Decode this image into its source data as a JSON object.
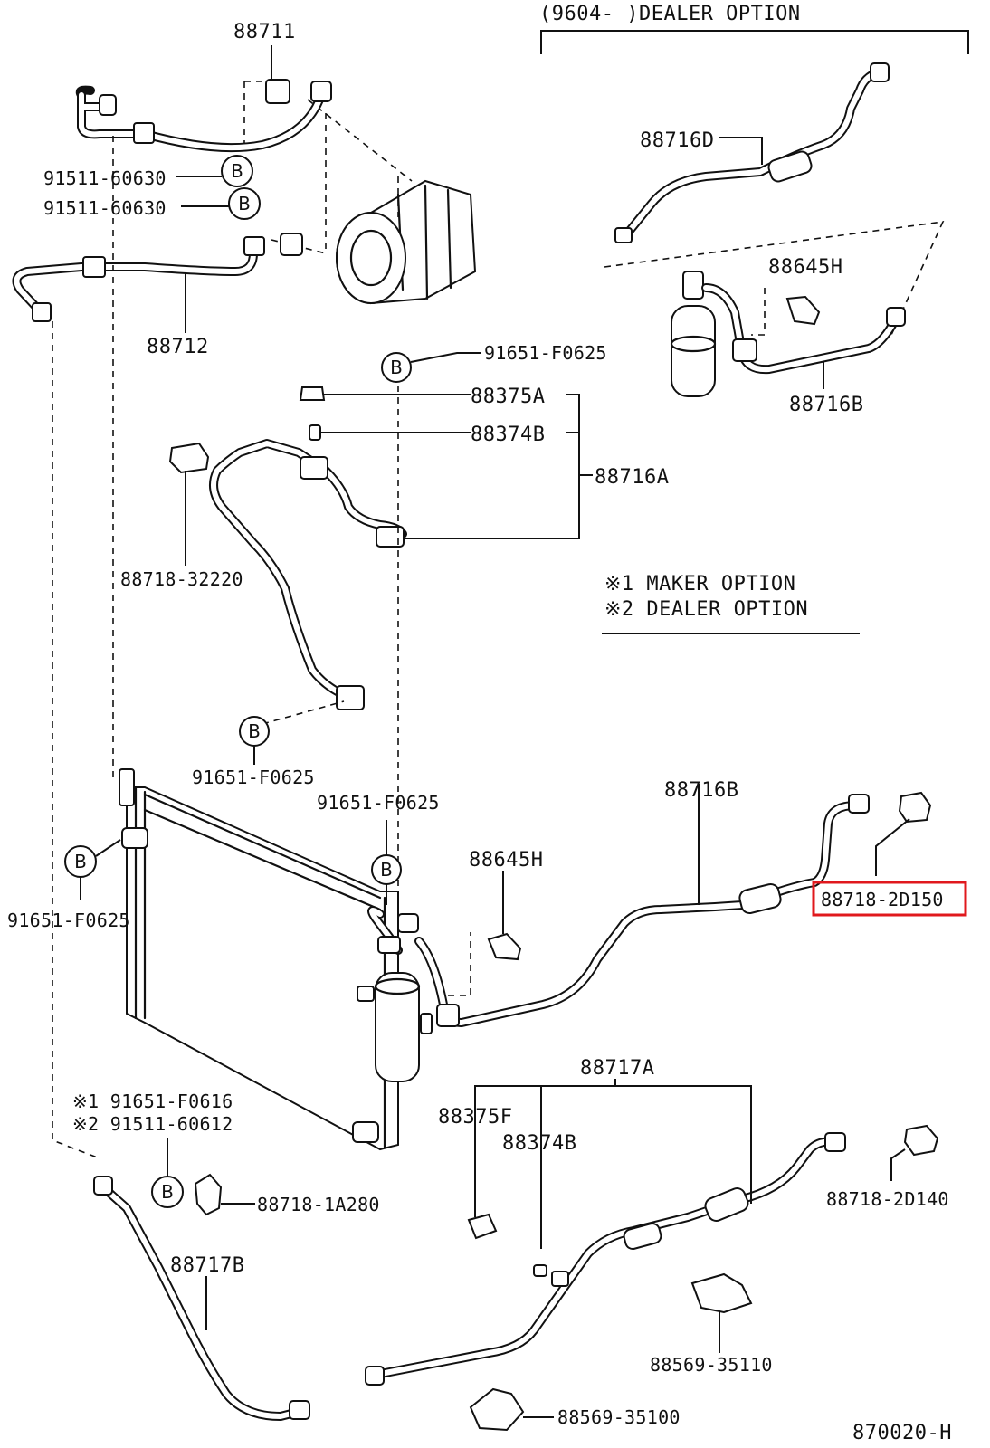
{
  "header": {
    "dealer_option_label": "(9604-      )DEALER OPTION"
  },
  "legend": {
    "maker_option": "※1 MAKER OPTION",
    "dealer_option": "※2 DEALER OPTION"
  },
  "callout_symbol": "B",
  "parts": {
    "p88711": "88711",
    "p91511a": "91511-60630",
    "p91511b": "91511-60630",
    "p88712": "88712",
    "p91651_top": "91651-F0625",
    "p88375A": "88375A",
    "p88374B_top": "88374B",
    "p88716A": "88716A",
    "p88718_32220": "88718-32220",
    "p88716D": "88716D",
    "p88645H_top": "88645H",
    "p88716B_top": "88716B",
    "p91651_mid": "91651-F0625",
    "p91651_mid2": "91651-F0625",
    "p91651_left": "91651-F0625",
    "p88645H_mid": "88645H",
    "p88716B_mid": "88716B",
    "p88718_2D150": "88718-2D150",
    "p88717A": "88717A",
    "p88375F": "88375F",
    "p88374B_bot": "88374B",
    "opt1": "※1 91651-F0616",
    "opt2": "※2 91511-60612",
    "p88718_1A280": "88718-1A280",
    "p88717B": "88717B",
    "p88718_2D140": "88718-2D140",
    "p88569_35110": "88569-35110",
    "p88569_35100": "88569-35100",
    "figure_code": "870020-H"
  },
  "highlight": {
    "part": "88718-2D150",
    "color": "#e0181d"
  }
}
